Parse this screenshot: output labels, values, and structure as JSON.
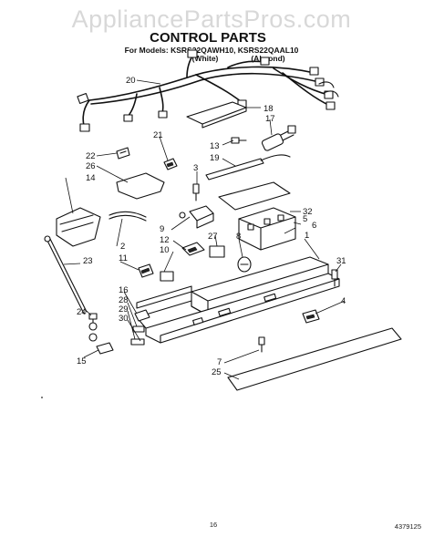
{
  "watermark": "AppliancePartsPros.com",
  "header": {
    "title": "CONTROL PARTS",
    "models_line": "For Models: KSRS22QAWH10, KSRS22QAAL10",
    "color_white": "(White)",
    "color_almond": "(Almond)"
  },
  "footer": {
    "page_number": "16",
    "doc_number": "4379125"
  },
  "callouts": [
    {
      "id": "c20",
      "label": "20"
    },
    {
      "id": "c18",
      "label": "18"
    },
    {
      "id": "c17",
      "label": "17"
    },
    {
      "id": "c13",
      "label": "13"
    },
    {
      "id": "c19",
      "label": "19"
    },
    {
      "id": "c21",
      "label": "21"
    },
    {
      "id": "c22",
      "label": "22"
    },
    {
      "id": "c26",
      "label": "26"
    },
    {
      "id": "c14",
      "label": "14"
    },
    {
      "id": "c3",
      "label": "3"
    },
    {
      "id": "c32",
      "label": "32"
    },
    {
      "id": "c5",
      "label": "5"
    },
    {
      "id": "c6",
      "label": "6"
    },
    {
      "id": "c1",
      "label": "1"
    },
    {
      "id": "c9",
      "label": "9"
    },
    {
      "id": "c12",
      "label": "12"
    },
    {
      "id": "c10",
      "label": "10"
    },
    {
      "id": "c27",
      "label": "27"
    },
    {
      "id": "c8",
      "label": "8"
    },
    {
      "id": "c2",
      "label": "2"
    },
    {
      "id": "c11",
      "label": "11"
    },
    {
      "id": "c23",
      "label": "23"
    },
    {
      "id": "c31",
      "label": "31"
    },
    {
      "id": "c16",
      "label": "16"
    },
    {
      "id": "c28",
      "label": "28"
    },
    {
      "id": "c29",
      "label": "29"
    },
    {
      "id": "c30",
      "label": "30"
    },
    {
      "id": "c24",
      "label": "24"
    },
    {
      "id": "c15",
      "label": "15"
    },
    {
      "id": "c4",
      "label": "4"
    },
    {
      "id": "c7",
      "label": "7"
    },
    {
      "id": "c25",
      "label": "25"
    }
  ]
}
